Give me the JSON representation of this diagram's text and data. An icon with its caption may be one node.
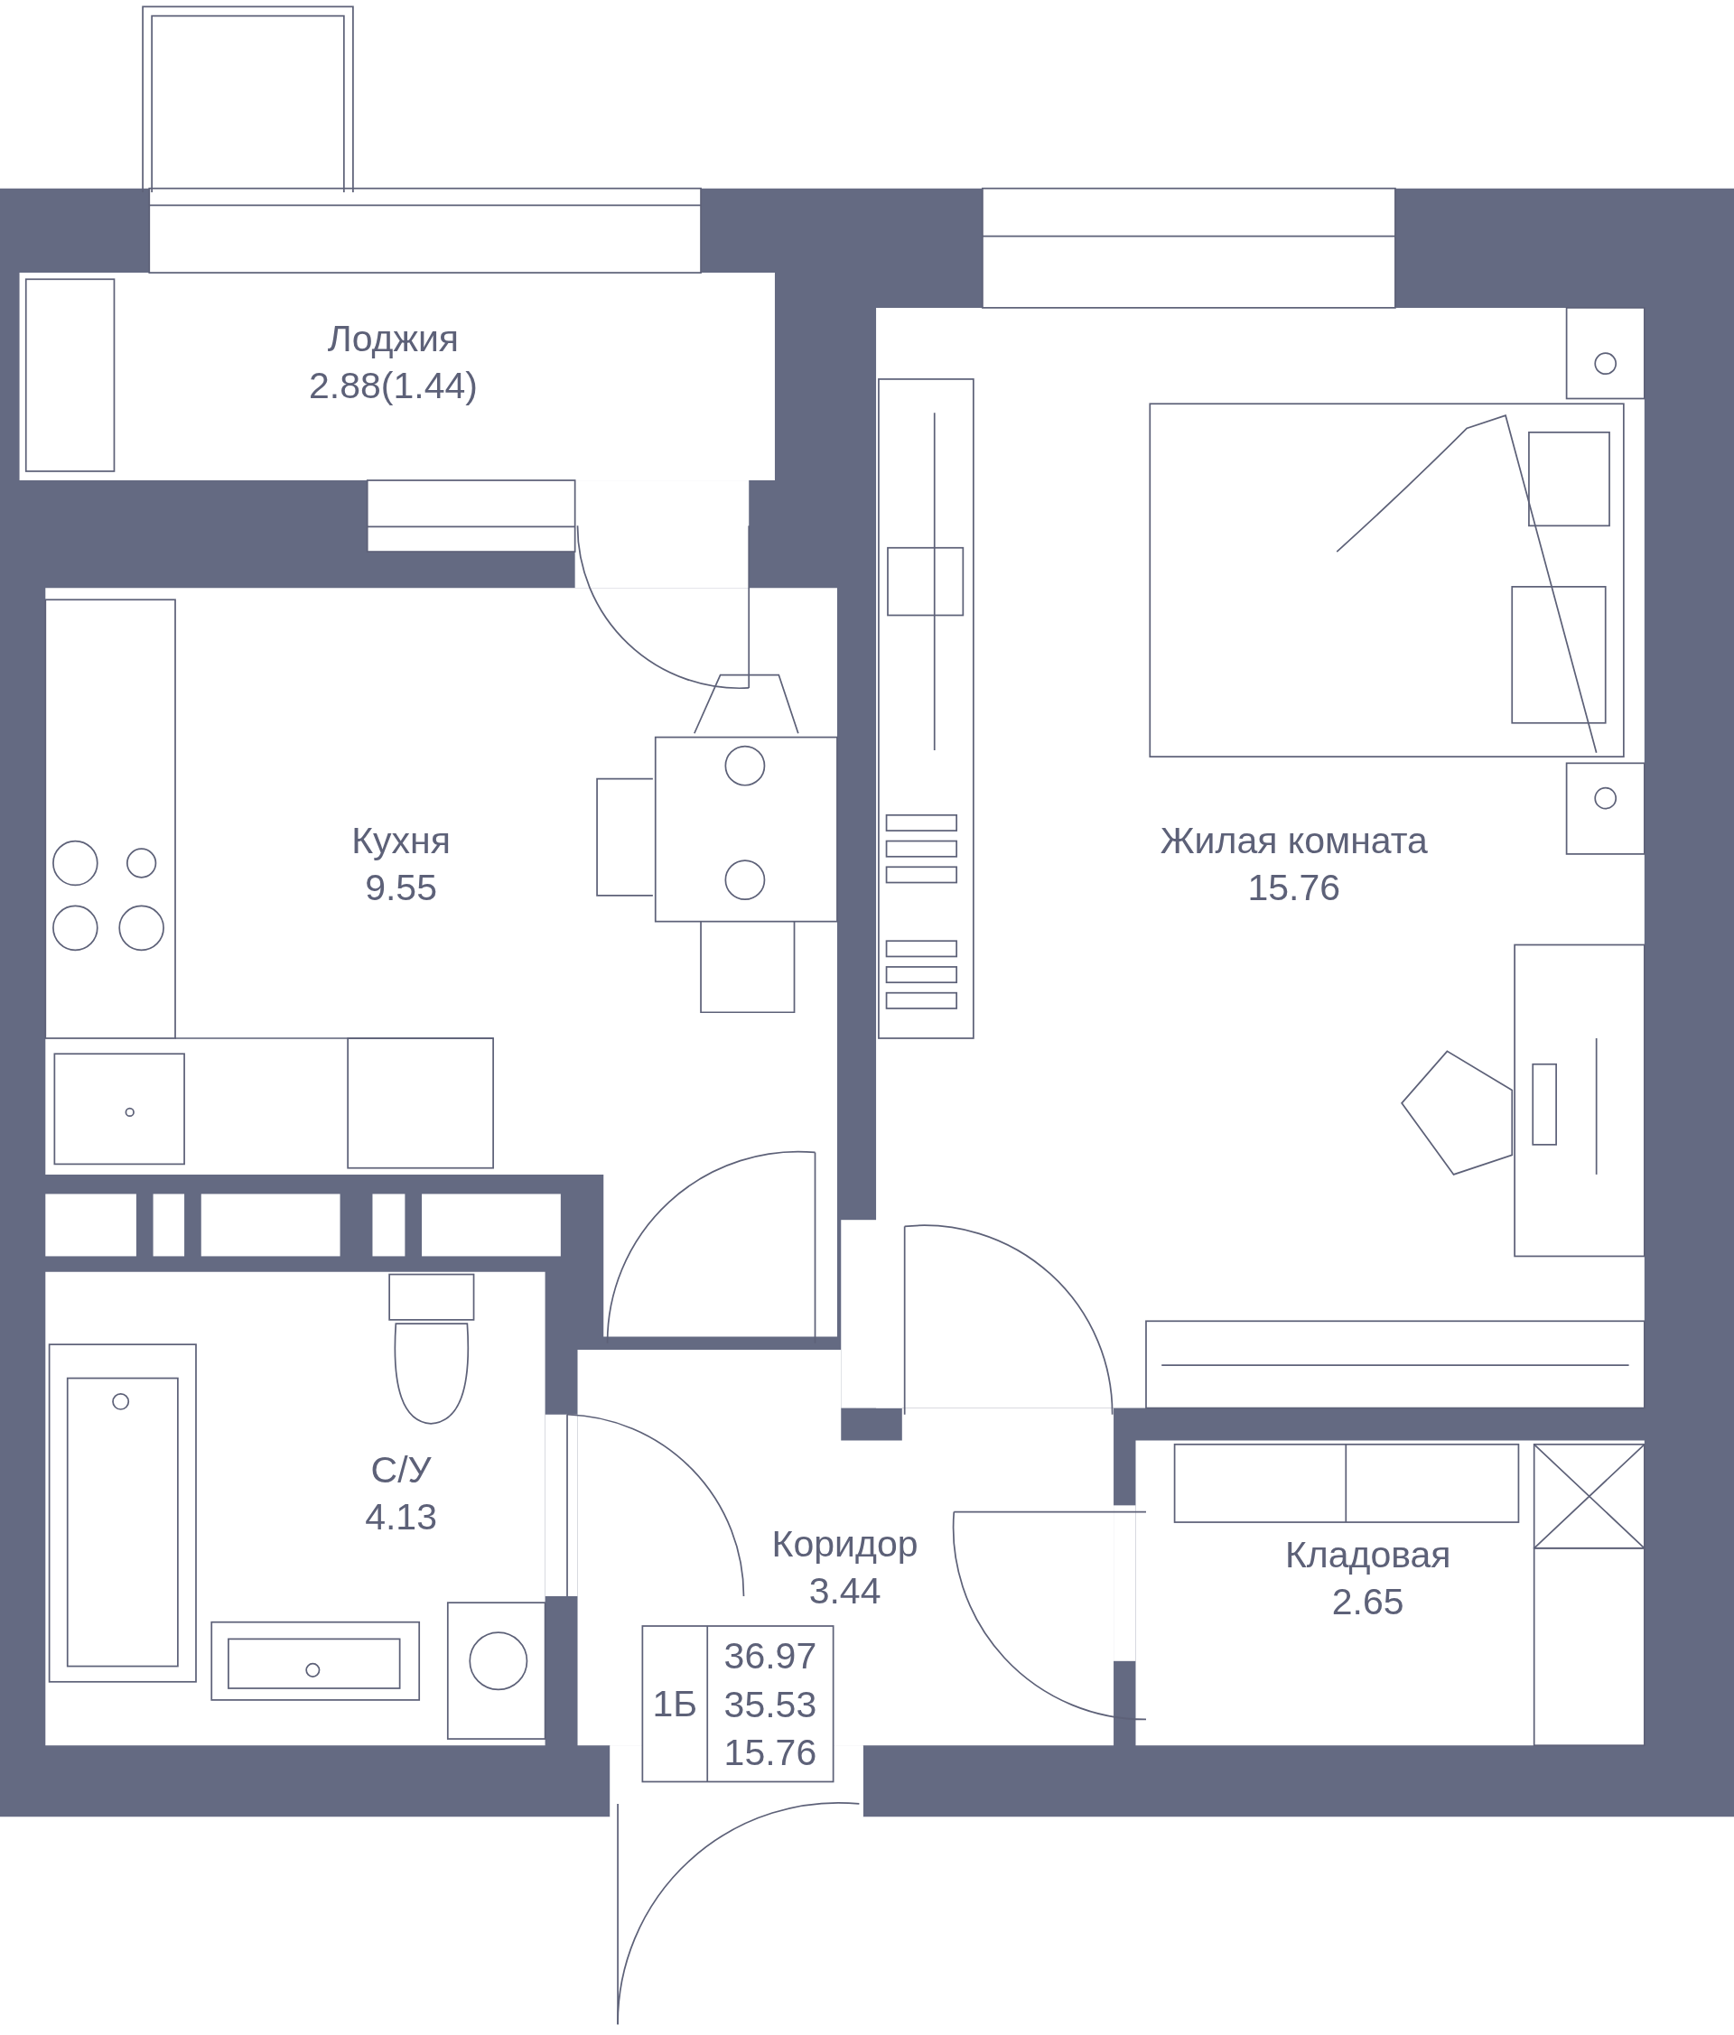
{
  "diagram": {
    "nodes": [
      {
        "text": [
          "Лоджия",
          "2.88(1.44)"
        ]
      },
      {
        "text": [
          "Кухня",
          "9.55"
        ]
      },
      {
        "text": [
          "Жилая комната",
          "15.76"
        ]
      },
      {
        "text": [
          "С/У",
          "4.13"
        ]
      },
      {
        "text": [
          "Коридор",
          "3.44"
        ]
      },
      {
        "text": [
          "Кладовая",
          "2.65"
        ]
      }
    ],
    "labels": [
      "1Б",
      "36.97",
      "35.53",
      "15.76"
    ]
  }
}
